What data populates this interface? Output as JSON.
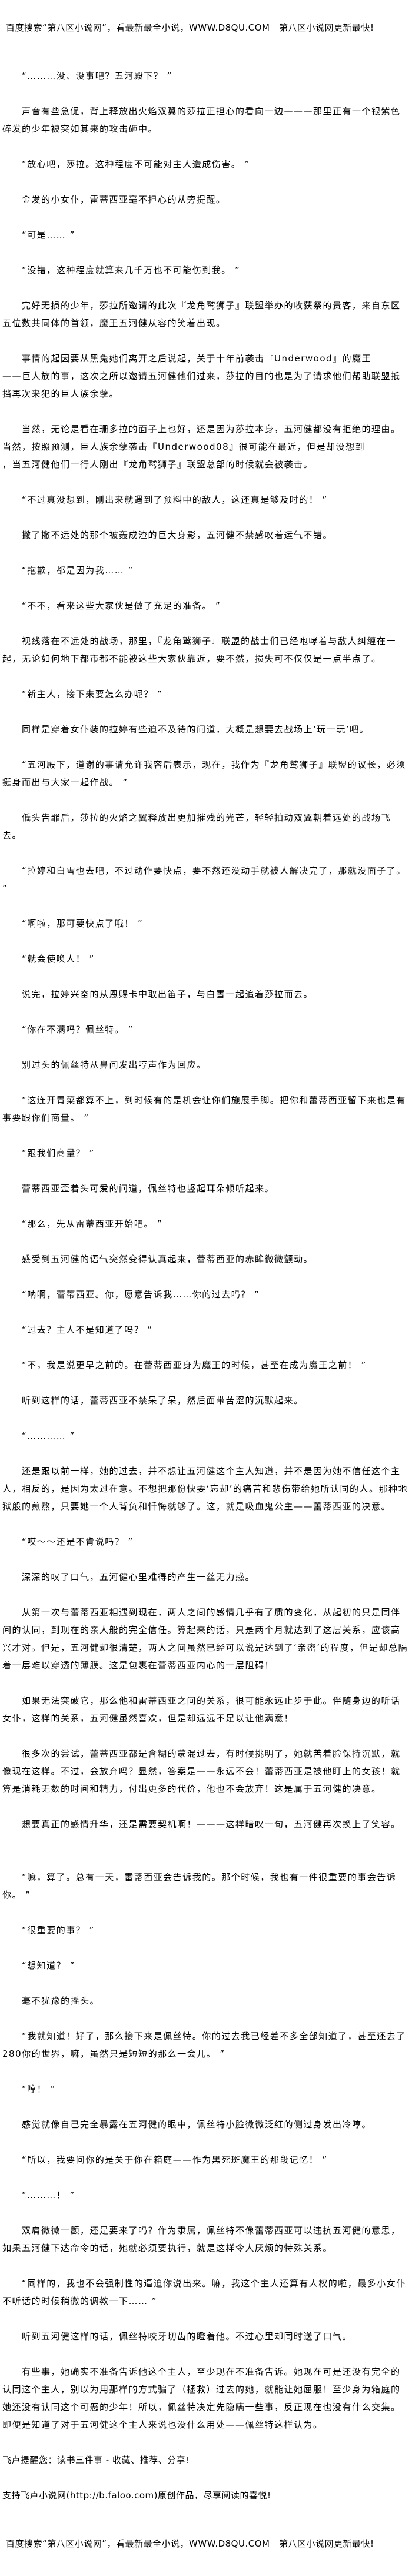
{
  "header_banner": "百度搜索“第八区小说网”，看最新最全小说，WWW.D8QU.COM　第八区小说网更新最快!",
  "paragraphs": [
    "“………没、没事吧？五河殿下？ ”",
    "声音有些急促，背上释放出火焰双翼的莎拉正担心的看向一边———那里正有一个银紫色碎发的少年被突如其来的攻击砸中。",
    "“放心吧，莎拉。这种程度不可能对主人造成伤害。 ”",
    "金发的小女仆，雷蒂西亚毫不担心的从旁提醒。",
    "“可是…… ”",
    "“没错，这种程度就算来几千万也不可能伤到我。 ”",
    "完好无损的少年，莎拉所邀请的此次『龙角鹫狮子』联盟举办的收获祭的贵客，来自东区五位数共同体的首领，魔王五河健从容的笑着出现。",
    "事情的起因要从黑兔她们离开之后说起，关于十年前袭击『Underwood』的魔王\n——巨人族的事，这次之所以邀请五河健他们过来，莎拉的目的也是为了请求他们帮助联盟抵挡再次来犯的巨人族余孽。",
    "当然，无论是看在珊多拉的面子上也好，还是因为莎拉本身，五河健都没有拒绝的理由。当然，按照预测，巨人族余孽袭击『Underwood08』很可能在最近，但是却没想到\n，当五河健他们一行人刚出『龙角鹫狮子』联盟总部的时候就会被袭击。",
    "“不过真没想到，刚出来就遇到了预料中的敌人，这还真是够及时的！ ”",
    "撇了撇不远处的那个被轰成渣的巨大身影，五河健不禁感叹着运气不错。",
    "“抱歉，都是因为我…… ”",
    "“不不，看来这些大家伙是做了充足的准备。 ”",
    "视线落在不远处的战场，那里，『龙角鹫狮子』联盟的战士们已经咆哮着与敌人纠缠在一起，无论如何地下都市都不能被这些大家伙靠近，要不然，损失可不仅仅是一点半点了。",
    "“新主人，接下来要怎么办呢？ ”",
    "同样是穿着女仆装的拉婷有些迫不及待的问道，大概是想要去战场上‘玩一玩’吧。",
    "“五河殿下，道谢的事请允许我容后表示，现在，我作为『龙角鹫狮子』联盟的议长，必须挺身而出与大家一起作战。 ”",
    "低头告罪后，莎拉的火焰之翼释放出更加摧残的光芒，轻轻拍动双翼朝着远处的战场飞去。",
    "“拉婷和白雪也去吧，不过动作要快点，要不然还没动手就被人解决完了，那就没面子了。 ”",
    "“啊啦，那可要快点了哦！ ”",
    "“就会使唤人！ ”",
    "说完，拉婷兴奋的从恩赐卡中取出笛子，与白雪一起追着莎拉而去。",
    "“你在不满吗？佩丝特。 ”",
    "别过头的佩丝特从鼻间发出哼声作为回应。",
    "“这连开胃菜都算不上，到时候有的是机会让你们施展手脚。把你和蕾蒂西亚留下来也是有事要跟你们商量。 ”",
    "“跟我们商量？ ”",
    "蕾蒂西亚歪着头可爱的问道，佩丝特也竖起耳朵倾听起来。",
    "“那么，先从雷蒂西亚开始吧。 ”",
    "感受到五河健的语气突然变得认真起来，蕾蒂西亚的赤眸微微颤动。",
    "“呐啊，蕾蒂西亚。你，愿意告诉我……你的过去吗？ ”",
    "“过去？主人不是知道了吗？ ”",
    "“不，我是说更早之前的。在蕾蒂西亚身为魔王的时候，甚至在成为魔王之前！ ”",
    "听到这样的话，蕾蒂西亚不禁呆了呆，然后面带苦涩的沉默起来。",
    "“………… ”",
    "还是跟以前一样，她的过去，并不想让五河健这个主人知道，并不是因为她不信任这个主人，相反的，是因为太过在意。不想把那份快要‘忘却’的痛苦和悲伤带给她所认同的人。那种地狱般的煎熬，只要她一个人背负和忏悔就够了。这，就是吸血鬼公主——蕾蒂西亚的决意。",
    "“哎～～还是不肯说吗？ ”",
    "深深的叹了口气，五河健心里难得的产生一丝无力感。",
    "从第一次与蕾蒂西亚相遇到现在，两人之间的感情几乎有了质的变化，从起初的只是同伴间的认同，到现在的亲人般的完全信任。算起来的话，只是两个月就达到了这层关系，应该高兴才对。但是，五河健却很清楚，两人之间虽然已经可以说是达到了‘亲密’的程度，但是却总隔着一层难以穿透的薄膜。这是包裹在蕾蒂西亚内心的一层阻碍！",
    "如果无法突破它，那么他和雷蒂西亚之间的关系，很可能永远止步于此。伴随身边的听话女仆，这样的关系，五河健虽然喜欢，但是却远远不足以让他满意！",
    "很多次的尝试，蕾蒂西亚都是含糊的蒙混过去，有时候挑明了，她就苦着脸保持沉默，就像现在这样。不过，会放弃吗？显然，答案是——永远不会！蕾蒂西亚是被他盯上的女孩！就算是消耗无数的时间和精力，付出更多的代价，他也不会放弃！这是属于五河健的决意。",
    "想要真正的感情升华，还是需要契机啊！———这样暗叹一句，五河健再次换上了笑容。",
    "“嘛，算了。总有一天，雷蒂西亚会告诉我的。那个时候，我也有一件很重要的事会告诉你。 ”",
    "“很重要的事？ ”",
    "“想知道？ ”",
    "毫不犹豫的摇头。",
    "“我就知道！好了，那么接下来是佩丝特。你的过去我已经差不多全部知道了，甚至还去了280你的世界，嘛，虽然只是短短的那么一会儿。 ”",
    "“哼！ ”",
    "感觉就像自己完全暴露在五河健的眼中，佩丝特小脸微微泛红的侧过身发出冷哼。",
    "“所以，我要问你的是关于你在箱庭——作为黑死斑魔王的那段记忆！ ”",
    "“………！ ”",
    "双肩微微一颤，还是要来了吗？作为隶属，佩丝特不像蕾蒂西亚可以违抗五河健的意思，如果五河健下达命令的话，她就必须要执行，就是这样令人厌烦的特殊关系。",
    "“同样的，我也不会强制性的逼迫你说出来。嘛，我这个主人还算有人权的啦，最多小女仆不听话的时候稍微的调教一下…… ”",
    "听到五河健这样的话，佩丝特咬牙切齿的瞪着他。不过心里却同时送了口气。",
    "有些事，她确实不准备告诉他这个主人，至少现在不准备告诉。她现在可是还没有完全的认同这个主人，别以为用那样的方式骗了（拯救）过去的她，就能让她屈服！至少身为箱庭的她还没有认同这个可恶的少年！所以，佩丝特决定先隐瞒一些事，反正现在也没有什么交集。即便是知道了对于五河健这个主人来说也没什么用处——佩丝特这样认为。"
  ],
  "notes": {
    "reminder": "飞卢提醒您：读书三件事 - 收藏、推荐、分享!",
    "support": "支持飞卢小说网(http://b.faloo.com)原创作品，尽享阅读的喜悦!"
  },
  "footer_banner": "百度搜索“第八区小说网”，看最新最全小说，WWW.D8QU.COM　第八区小说网更新最快!"
}
